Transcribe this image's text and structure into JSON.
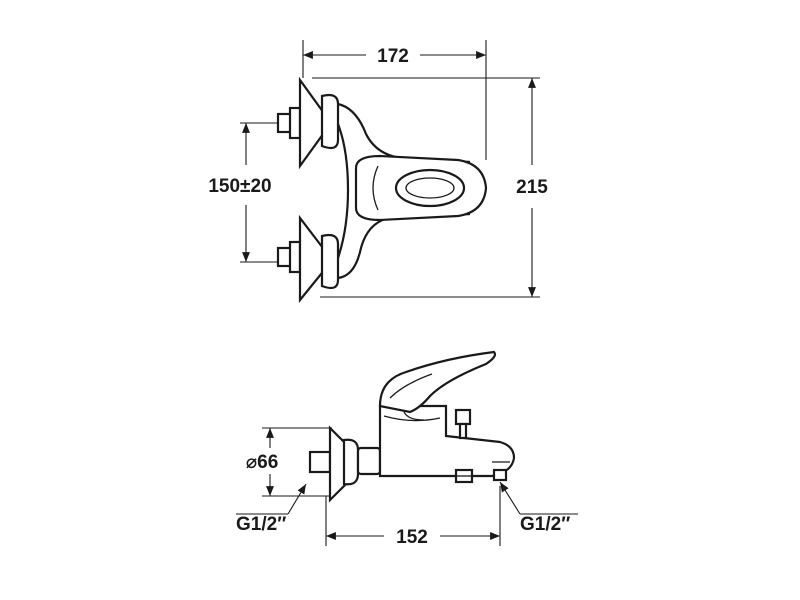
{
  "top_view": {
    "width_dim": "172",
    "height_dim": "215",
    "spacing_dim": "150±20"
  },
  "side_view": {
    "diameter_dim": "⌀66",
    "inlet_thread_left": "G1/2″",
    "outlet_thread_right": "G1/2″",
    "center_distance_dim": "152"
  }
}
